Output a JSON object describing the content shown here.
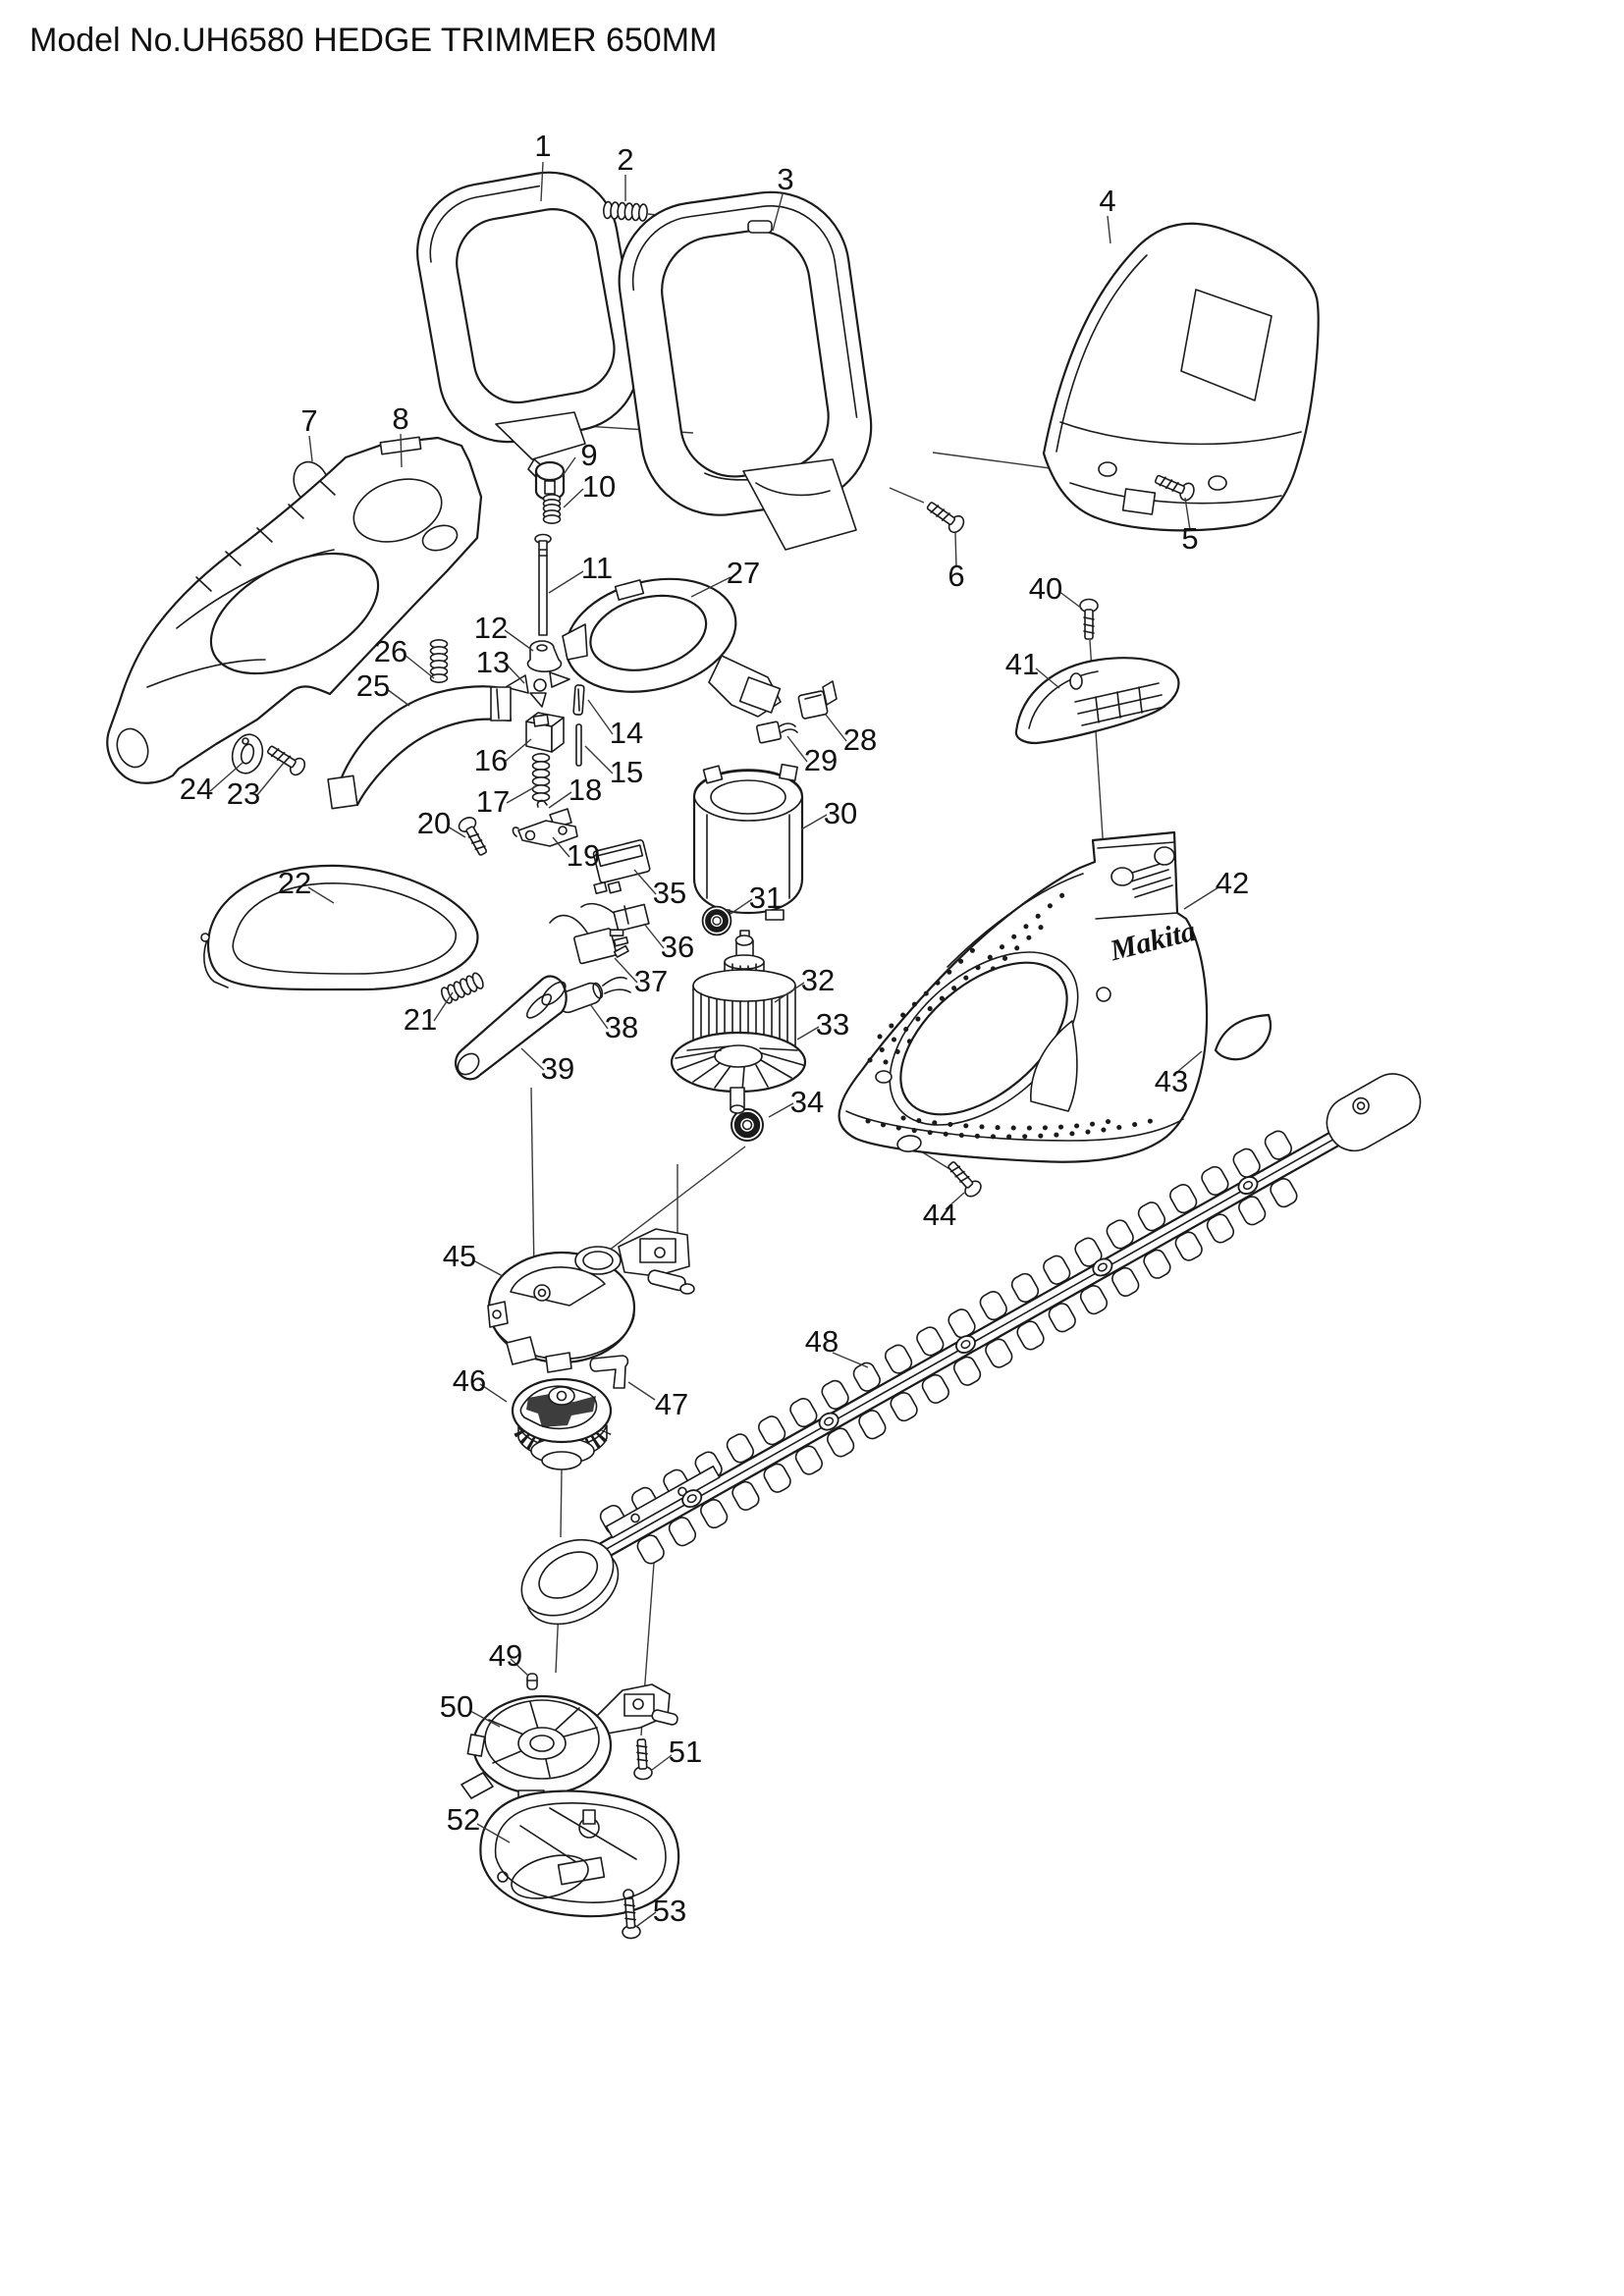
{
  "title": "Model No.UH6580 HEDGE TRIMMER 650MM",
  "brand": "Makita",
  "parts": [
    "1",
    "2",
    "3",
    "4",
    "5",
    "6",
    "7",
    "8",
    "9",
    "10",
    "11",
    "12",
    "13",
    "14",
    "15",
    "16",
    "17",
    "18",
    "19",
    "20",
    "21",
    "22",
    "23",
    "24",
    "25",
    "26",
    "27",
    "28",
    "29",
    "30",
    "31",
    "32",
    "33",
    "34",
    "35",
    "36",
    "37",
    "38",
    "39",
    "40",
    "41",
    "42",
    "43",
    "44",
    "45",
    "46",
    "47",
    "48",
    "49",
    "50",
    "51",
    "52",
    "53"
  ]
}
